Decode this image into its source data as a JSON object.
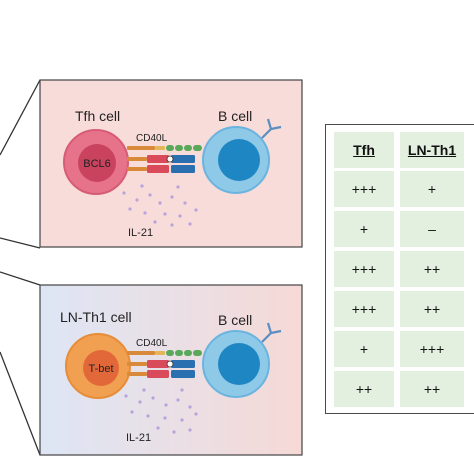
{
  "top_panel": {
    "left_cell_label": "Tfh cell",
    "left_inner_label": "BCL6",
    "right_cell_label": "B cell",
    "ligand_label": "CD40L",
    "cytokine_label": "IL-21"
  },
  "bottom_panel": {
    "left_cell_label": "LN-Th1 cell",
    "left_inner_label": "T-bet",
    "right_cell_label": "B cell",
    "ligand_label": "CD40L",
    "cytokine_label": "IL-21"
  },
  "table": {
    "headers": [
      "Tfh",
      "LN-Th1"
    ],
    "rows": [
      [
        "+++",
        "+"
      ],
      [
        "+",
        "–"
      ],
      [
        "+++",
        "++"
      ],
      [
        "+++",
        "++"
      ],
      [
        "+",
        "+++"
      ],
      [
        "++",
        "++"
      ]
    ]
  },
  "colors": {
    "top_panel_bg": "#f7dcd9",
    "bottom_panel_left_bg": "#dde6f5",
    "bottom_panel_right_bg": "#f6d9d6",
    "tfh_cell": "#e6738a",
    "tfh_nucleus": "#c9435f",
    "th1_cell": "#f0a050",
    "th1_nucleus": "#e2683a",
    "b_cell": "#8fc9e8",
    "b_nucleus": "#1f86c4",
    "table_cell_bg": "#e4f0df",
    "dots": "#b9a3dc"
  }
}
